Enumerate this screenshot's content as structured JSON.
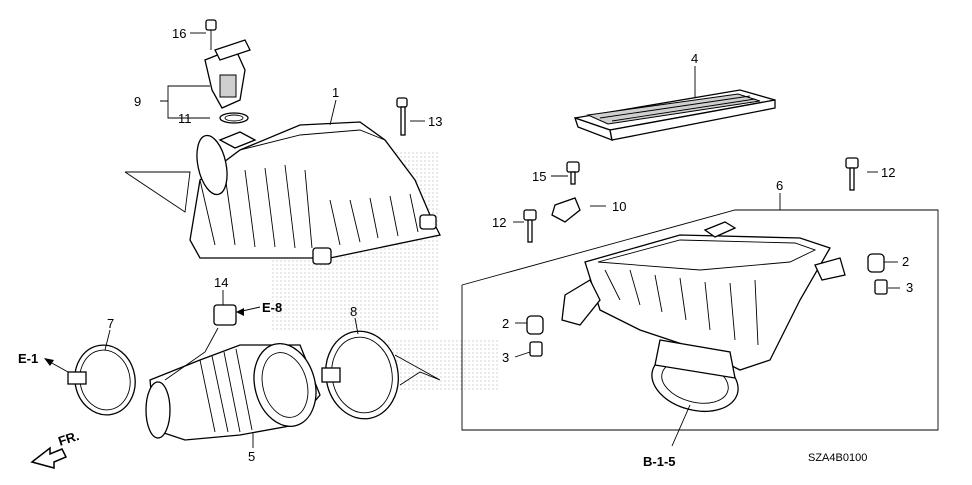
{
  "part_labels": [
    {
      "id": "p1",
      "text": "1"
    },
    {
      "id": "p2a",
      "text": "2"
    },
    {
      "id": "p2b",
      "text": "2"
    },
    {
      "id": "p3a",
      "text": "3"
    },
    {
      "id": "p3b",
      "text": "3"
    },
    {
      "id": "p4",
      "text": "4"
    },
    {
      "id": "p5",
      "text": "5"
    },
    {
      "id": "p6",
      "text": "6"
    },
    {
      "id": "p7",
      "text": "7"
    },
    {
      "id": "p8",
      "text": "8"
    },
    {
      "id": "p9",
      "text": "9"
    },
    {
      "id": "p10",
      "text": "10"
    },
    {
      "id": "p11",
      "text": "11"
    },
    {
      "id": "p12a",
      "text": "12"
    },
    {
      "id": "p12b",
      "text": "12"
    },
    {
      "id": "p13",
      "text": "13"
    },
    {
      "id": "p14",
      "text": "14"
    },
    {
      "id": "p15",
      "text": "15"
    },
    {
      "id": "p16",
      "text": "16"
    }
  ],
  "references": {
    "e1": "E-1",
    "e8": "E-8",
    "b15": "B-1-5",
    "front": "FR."
  },
  "diagram_code": "SZA4B0100",
  "colors": {
    "line": "#000000",
    "shade": "#cfcfcf",
    "background": "#ffffff"
  }
}
